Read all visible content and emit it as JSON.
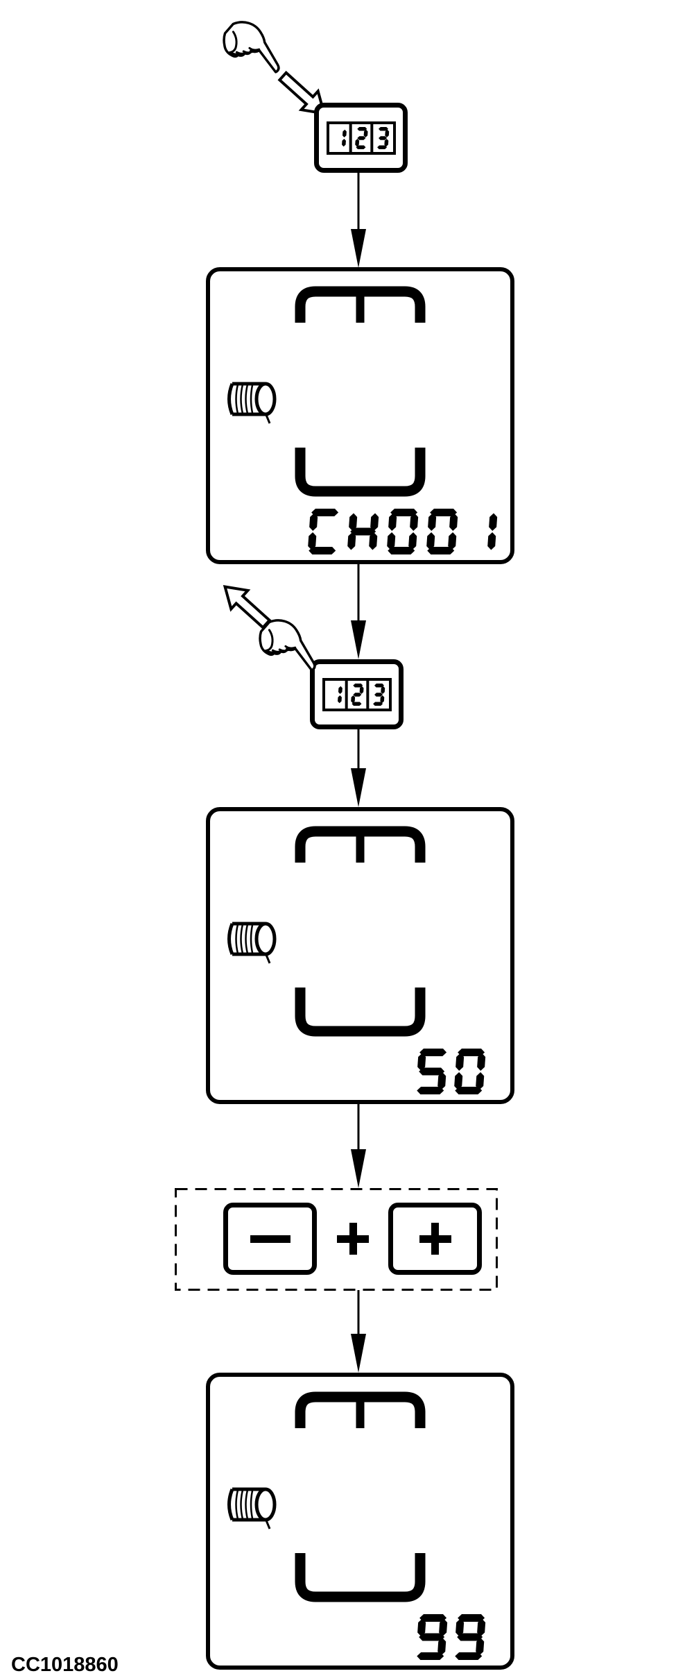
{
  "figure_id": "CC1018860",
  "colors": {
    "ink": "#000000",
    "paper": "#ffffff"
  },
  "button_123": {
    "digits": "123",
    "aria": "item number button 123"
  },
  "screens": [
    {
      "display": "CH001"
    },
    {
      "display": "50"
    },
    {
      "display": "99"
    }
  ],
  "adjust": {
    "minus_label": "−",
    "separator": "+",
    "plus_label": "+"
  },
  "icons": {
    "hand": "pointing-hand",
    "press_arrow": "press-direction-arrow",
    "release_arrow": "release-direction-arrow",
    "flow_arrow": "down-flow-arrow",
    "screen_symbol": "hopper-bracket-symbol",
    "roller": "metering-roller"
  }
}
